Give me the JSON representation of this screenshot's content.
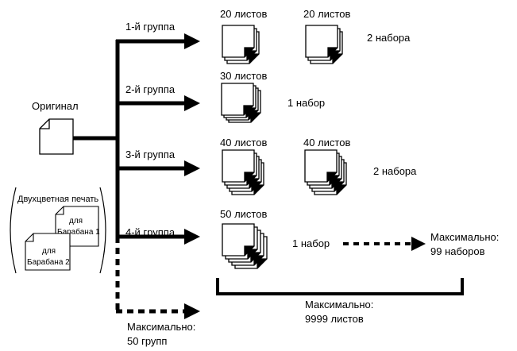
{
  "original": {
    "label": "Оригинал"
  },
  "groups": [
    {
      "label": "1-й группа",
      "sheets_labels": [
        "20 листов",
        "20 листов"
      ],
      "sets_label": "2 набора"
    },
    {
      "label": "2-й группа",
      "sheets_labels": [
        "30 листов"
      ],
      "sets_label": "1 набор"
    },
    {
      "label": "3-й группа",
      "sheets_labels": [
        "40 листов",
        "40 листов"
      ],
      "sets_label": "2 набора"
    },
    {
      "label": "4-й группа",
      "sheets_labels": [
        "50 листов"
      ],
      "sets_label": "1 набор"
    }
  ],
  "max_sets": {
    "line1": "Максимально:",
    "line2": "99 наборов"
  },
  "max_sheets": {
    "line1": "Максимально:",
    "line2": "9999 листов"
  },
  "max_groups": {
    "line1": "Максимально:",
    "line2": "50 групп"
  },
  "two_color": {
    "title": "Двухцветная печать",
    "drum1_line1": "для",
    "drum1_line2": "Барабана 1",
    "drum2_line1": "для",
    "drum2_line2": "Барабана 2"
  }
}
